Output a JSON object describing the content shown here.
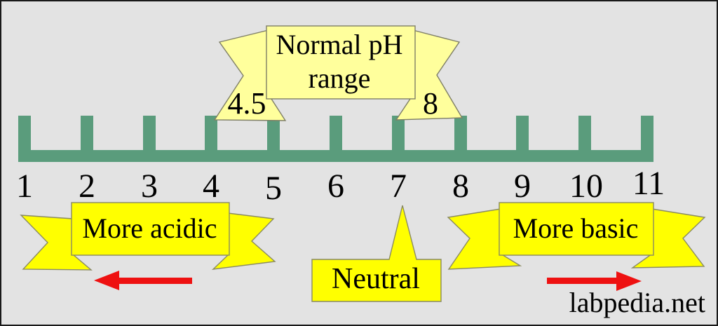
{
  "normal_range_banner": {
    "title": "Normal pH range",
    "lower_bound": "4.5",
    "upper_bound": "8"
  },
  "scale": {
    "tick_labels": [
      "1",
      "2",
      "3",
      "4",
      "5",
      "6",
      "7",
      "8",
      "9",
      "10",
      "11"
    ]
  },
  "acidic_banner": {
    "label": "More acidic"
  },
  "basic_banner": {
    "label": "More basic"
  },
  "neutral_callout": {
    "label": "Neutral"
  },
  "watermark": {
    "label": "labpedia.net"
  },
  "colors": {
    "background": "#e3e3e3",
    "scale_green": "#5a9c7c",
    "banner_yellow": "#ffff00",
    "range_yellow": "#ffff9c",
    "arrow_red": "#ee1111",
    "text": "#000000"
  }
}
